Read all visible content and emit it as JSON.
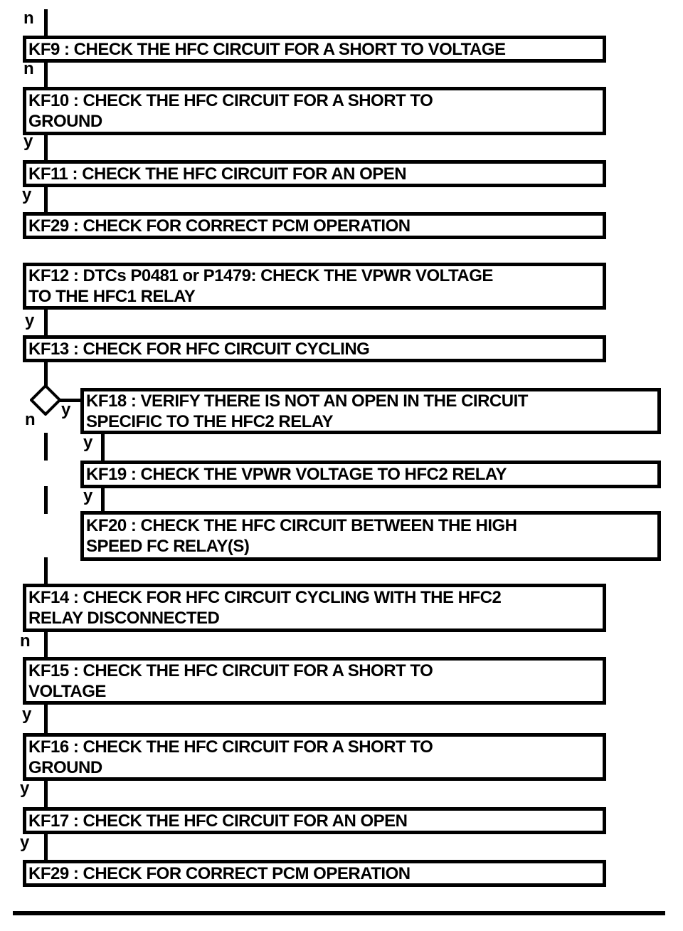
{
  "diagram": {
    "kind": "diagnostic-flowchart",
    "colors": {
      "foreground": "#000000",
      "background": "#ffffff"
    },
    "nodes": [
      {
        "id": "KF9",
        "lines": [
          "KF9 : CHECK THE HFC CIRCUIT FOR A SHORT TO VOLTAGE"
        ]
      },
      {
        "id": "KF10",
        "lines": [
          "KF10 : CHECK THE HFC CIRCUIT FOR A SHORT TO",
          "GROUND"
        ]
      },
      {
        "id": "KF11",
        "lines": [
          "KF11 : CHECK THE HFC CIRCUIT FOR AN OPEN"
        ]
      },
      {
        "id": "KF29",
        "lines": [
          "KF29 : CHECK FOR CORRECT PCM OPERATION"
        ]
      },
      {
        "id": "KF12",
        "lines": [
          "KF12 : DTCs P0481 or P1479: CHECK THE VPWR VOLTAGE",
          "TO THE HFC1 RELAY"
        ]
      },
      {
        "id": "KF13",
        "lines": [
          "KF13 : CHECK FOR HFC CIRCUIT CYCLING"
        ]
      },
      {
        "id": "KF18",
        "lines": [
          "KF18 : VERIFY THERE IS NOT AN OPEN IN THE CIRCUIT",
          "SPECIFIC TO THE HFC2 RELAY"
        ]
      },
      {
        "id": "KF19",
        "lines": [
          "KF19 : CHECK THE VPWR VOLTAGE TO HFC2 RELAY"
        ]
      },
      {
        "id": "KF20",
        "lines": [
          "KF20 : CHECK THE HFC CIRCUIT BETWEEN THE HIGH",
          "SPEED FC RELAY(S)"
        ]
      },
      {
        "id": "KF14",
        "lines": [
          "KF14 : CHECK FOR HFC CIRCUIT CYCLING WITH THE HFC2",
          "RELAY DISCONNECTED"
        ]
      },
      {
        "id": "KF15",
        "lines": [
          "KF15 : CHECK THE HFC CIRCUIT FOR A SHORT TO",
          "VOLTAGE"
        ]
      },
      {
        "id": "KF16",
        "lines": [
          "KF16 : CHECK THE HFC CIRCUIT FOR A SHORT TO",
          "GROUND"
        ]
      },
      {
        "id": "KF17",
        "lines": [
          "KF17 : CHECK THE HFC CIRCUIT FOR AN OPEN"
        ]
      },
      {
        "id": "KF29",
        "lines": [
          "KF29 : CHECK FOR CORRECT PCM OPERATION"
        ]
      }
    ],
    "branch_labels": [
      "n",
      "n",
      "y",
      "y",
      "y",
      "y",
      "n",
      "y",
      "y",
      "n",
      "y",
      "y",
      "y"
    ]
  }
}
